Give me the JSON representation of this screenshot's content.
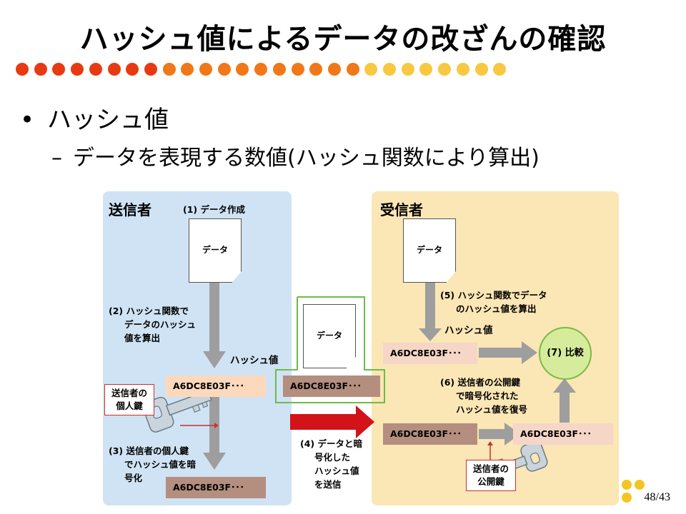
{
  "slide": {
    "title": "ハッシュ値によるデータの改ざんの確認",
    "bullet_mark": "•",
    "bullet": "ハッシュ値",
    "sub_mark": "–",
    "sub_bullet": "データを表現する数値(ハッシュ関数により算出)",
    "page": "48/43"
  },
  "dots": {
    "red_count": 8,
    "orange_count": 11,
    "yellow_count": 8,
    "colors": {
      "red": "#e83a12",
      "orange": "#f07818",
      "yellow": "#f8c840"
    }
  },
  "diagram": {
    "sender_title": "送信者",
    "receiver_title": "受信者",
    "step1": "(1) データ作成",
    "step2_l1": "(2) ハッシュ関数で",
    "step2_l2": "データのハッシュ",
    "step2_l3": "値を算出",
    "step3_l1": "(3) 送信者の個人鍵",
    "step3_l2": "でハッシュ値を暗",
    "step3_l3": "号化",
    "step4_l1": "(4) データと暗",
    "step4_l2": "号化した",
    "step4_l3": "ハッシュ値",
    "step4_l4": "を送信",
    "step5_l1": "(5) ハッシュ関数でデータ",
    "step5_l2": "のハッシュ値を算出",
    "step6_l1": "(6) 送信者の公開鍵",
    "step6_l2": "で暗号化された",
    "step6_l3": "ハッシュ値を復号",
    "step7": "(7) 比較",
    "doc_label": "データ",
    "hash_value_label": "ハッシュ値",
    "hash_text": "A6DC8E03F･･･",
    "private_key_l1": "送信者の",
    "private_key_l2": "個人鍵",
    "public_key_l1": "送信者の",
    "public_key_l2": "公開鍵"
  }
}
